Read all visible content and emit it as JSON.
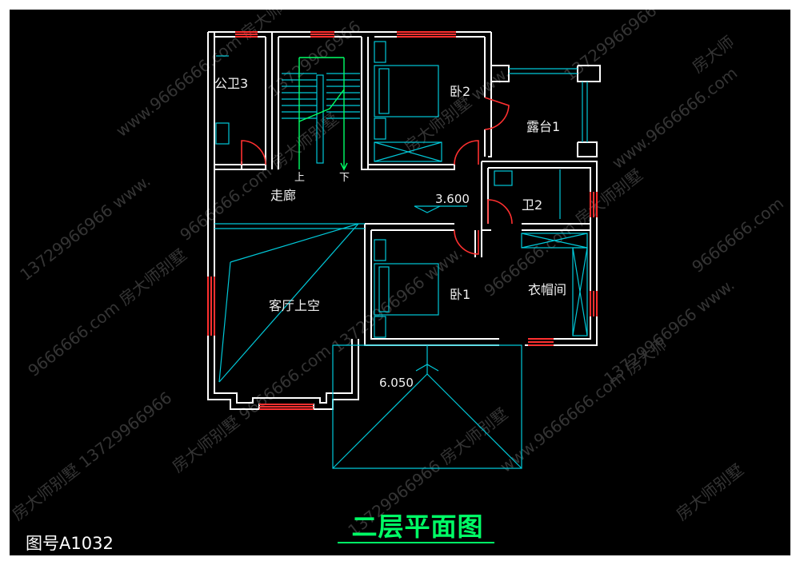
{
  "rooms": {
    "bath3": "公卫3",
    "bed2": "卧2",
    "terrace": "露台1",
    "corridor": "走廊",
    "bath2": "卫2",
    "living_void": "客厅上空",
    "bed1": "卧1",
    "closet": "衣帽间"
  },
  "stairs": {
    "up": "上",
    "down": "下"
  },
  "elevations": {
    "floor": "3.600",
    "roof": "6.050"
  },
  "figure_number": "图号A1032",
  "title": "二层平面图",
  "watermarks": [
    "房大师别墅",
    "13729966966",
    "www.9666666.com"
  ],
  "colors": {
    "background": "#000000",
    "wall": "#ffffff",
    "cyan": "#00c8d8",
    "window": "#ff3030",
    "green": "#00ff66",
    "label": "#f0f0f0"
  }
}
